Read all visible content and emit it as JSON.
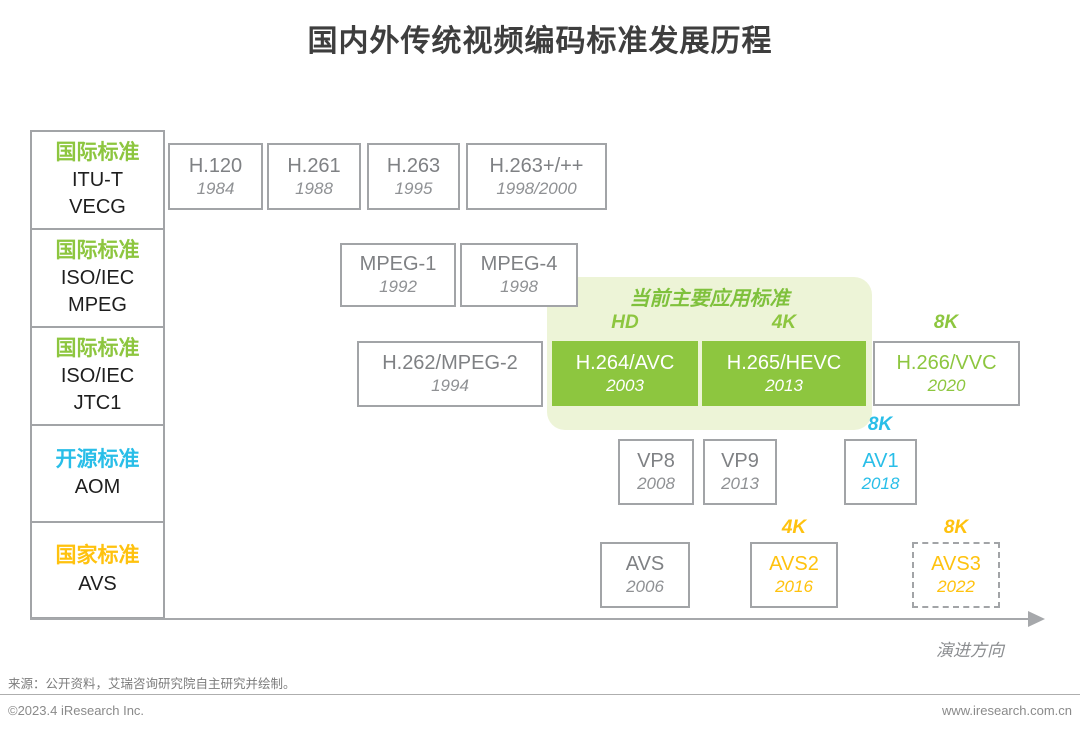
{
  "title": "国内外传统视频编码标准发展历程",
  "highlight": {
    "label": "当前主要应用标准"
  },
  "rows": [
    {
      "category": {
        "type": "国际标准",
        "lines": [
          "ITU-T",
          "VECG"
        ]
      },
      "items": [
        {
          "name": "H.120",
          "year": "1984"
        },
        {
          "name": "H.261",
          "year": "1988"
        },
        {
          "name": "H.263",
          "year": "1995"
        },
        {
          "name": "H.263+/++",
          "year": "1998/2000"
        }
      ]
    },
    {
      "category": {
        "type": "国际标准",
        "lines": [
          "ISO/IEC",
          "MPEG"
        ]
      },
      "items": [
        {
          "name": "MPEG-1",
          "year": "1992"
        },
        {
          "name": "MPEG-4",
          "year": "1998"
        }
      ]
    },
    {
      "category": {
        "type": "国际标准",
        "lines": [
          "ISO/IEC",
          "JTC1"
        ]
      },
      "items": [
        {
          "name": "H.262/MPEG-2",
          "year": "1994"
        },
        {
          "name": "H.264/AVC",
          "year": "2003",
          "badge": "HD"
        },
        {
          "name": "H.265/HEVC",
          "year": "2013",
          "badge": "4K"
        },
        {
          "name": "H.266/VVC",
          "year": "2020",
          "badge": "8K"
        }
      ]
    },
    {
      "category": {
        "type": "开源标准",
        "lines": [
          "AOM"
        ]
      },
      "items": [
        {
          "name": "VP8",
          "year": "2008"
        },
        {
          "name": "VP9",
          "year": "2013"
        },
        {
          "name": "AV1",
          "year": "2018",
          "badge": "8K"
        }
      ]
    },
    {
      "category": {
        "type": "国家标准",
        "lines": [
          "AVS"
        ]
      },
      "items": [
        {
          "name": "AVS",
          "year": "2006"
        },
        {
          "name": "AVS2",
          "year": "2016",
          "badge": "4K"
        },
        {
          "name": "AVS3",
          "year": "2022",
          "badge": "8K"
        }
      ]
    }
  ],
  "axis": {
    "label": "演进方向"
  },
  "source": "来源：公开资料，艾瑞咨询研究院自主研究并绘制。",
  "footer": {
    "left": "©2023.4 iResearch Inc.",
    "right": "www.iresearch.com.cn"
  },
  "colors": {
    "green": "#8DC63F",
    "light_green_bg": "#EDF4D7",
    "cyan": "#29BEE8",
    "yellow": "#FFC20E",
    "box_text_gray": "#7F8184",
    "border_gray": "#A2A4A7"
  }
}
